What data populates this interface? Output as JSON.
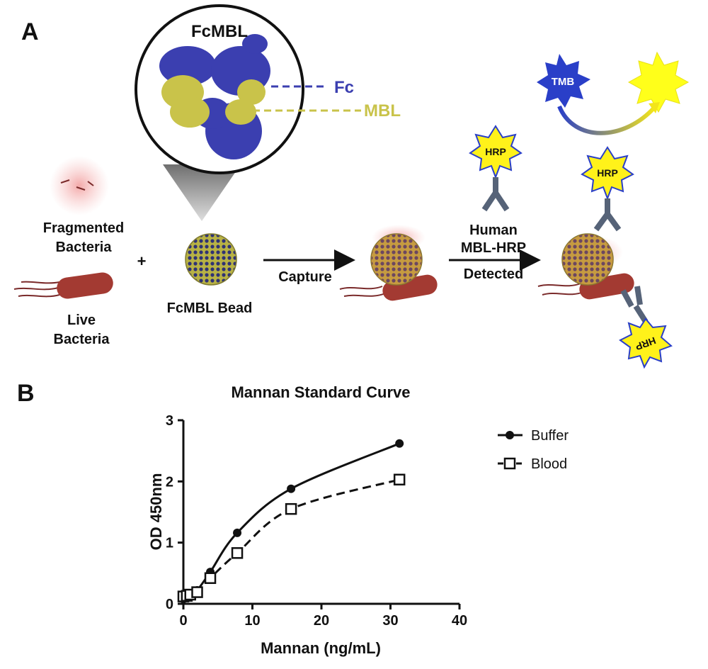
{
  "panel_a": {
    "letter": "A",
    "inset_title": "FcMBL",
    "fc_label": "Fc",
    "mbl_label": "MBL",
    "fragmented_bacteria": [
      "Fragmented",
      "Bacteria"
    ],
    "plus": "+",
    "live_bacteria": [
      "Live",
      "Bacteria"
    ],
    "bead_label": "FcMBL Bead",
    "capture_label": "Capture",
    "detect_label": [
      "Human",
      "MBL-HRP"
    ],
    "detected_label": "Detected",
    "hrp": "HRP",
    "tmb": "TMB",
    "colors": {
      "fc": "#3b3fb0",
      "mbl": "#c9c34a",
      "hrp_star": "#fff21a",
      "tmb_star": "#2a3fc8",
      "bacteria": "#a33a32"
    }
  },
  "panel_b": {
    "letter": "B",
    "title": "Mannan Standard Curve",
    "xlabel": "Mannan (ng/mL)",
    "ylabel": "OD 450nm"
  },
  "chart_data": {
    "type": "scatter",
    "title": "Mannan Standard Curve",
    "xlabel": "Mannan (ng/mL)",
    "ylabel": "OD 450nm",
    "xlim": [
      0,
      40
    ],
    "ylim": [
      0,
      3
    ],
    "xticks": [
      0,
      10,
      20,
      30,
      40
    ],
    "yticks": [
      0,
      1,
      2,
      3
    ],
    "grid": false,
    "legend": "top-right",
    "series": [
      {
        "name": "Buffer",
        "marker": "filled-circle",
        "line": "solid",
        "x": [
          0,
          0.5,
          1,
          2,
          3.9,
          7.8,
          15.6,
          31.3
        ],
        "y": [
          0.08,
          0.1,
          0.13,
          0.22,
          0.52,
          1.16,
          1.88,
          2.62
        ]
      },
      {
        "name": "Blood",
        "marker": "open-square",
        "line": "dashed",
        "x": [
          0,
          0.5,
          1,
          2,
          3.9,
          7.8,
          15.6,
          31.3
        ],
        "y": [
          0.12,
          0.13,
          0.15,
          0.19,
          0.42,
          0.83,
          1.55,
          2.03
        ]
      }
    ]
  }
}
